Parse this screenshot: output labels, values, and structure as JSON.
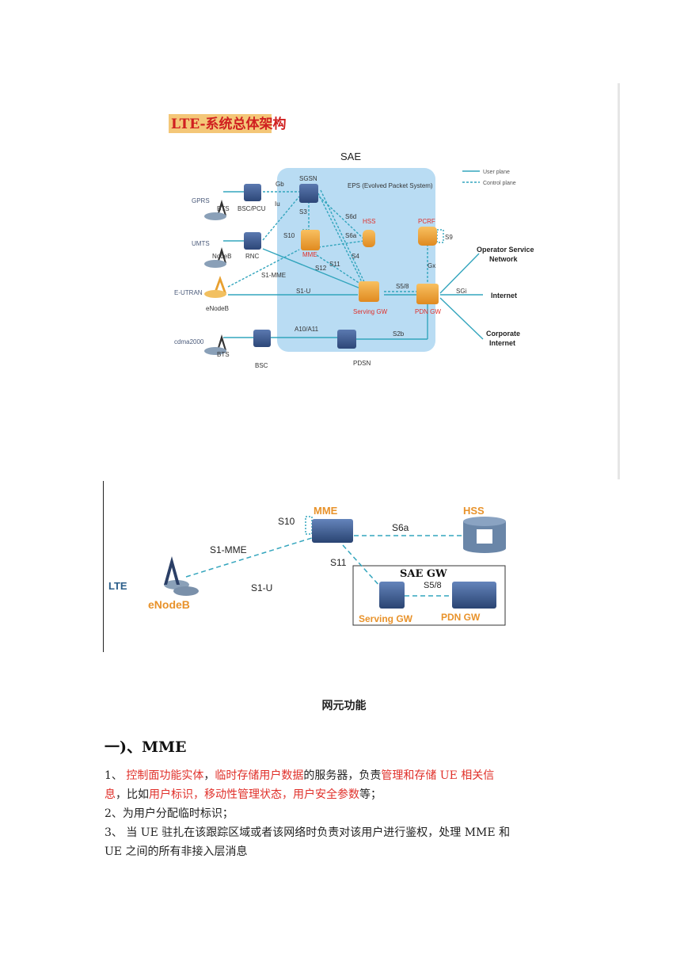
{
  "arch": {
    "title": "LTE-系统总体架构",
    "sae": "SAE",
    "eps": "EPS (Evolved Packet System)",
    "legend_user": "User plane",
    "legend_control": "Control plane",
    "gprs": "GPRS",
    "umts": "UMTS",
    "eutran": "E-UTRAN",
    "cdma2000": "cdma2000",
    "bts1": "BTS",
    "nodeb": "NodeB",
    "enodeb": "eNodeB",
    "bts2": "BTS",
    "bsc_pcu": "BSC/PCU",
    "rnc": "RNC",
    "bsc": "BSC",
    "sgsn": "SGSN",
    "mme": "MME",
    "hss": "HSS",
    "pcrf": "PCRF",
    "serving_gw": "Serving GW",
    "pdn_gw": "PDN GW",
    "pdsn": "PDSN",
    "gb": "Gb",
    "iu": "Iu",
    "s3": "S3",
    "s6d": "S6d",
    "s6a": "S6a",
    "s4": "S4",
    "s10": "S10",
    "s11": "S11",
    "s12": "S12",
    "s1mme": "S1-MME",
    "s1u": "S1-U",
    "s58": "S5/8",
    "sgi": "SGi",
    "gx": "Gx",
    "s9": "S9",
    "a10a11": "A10/A11",
    "s2b": "S2b",
    "operator_1": "Operator Service",
    "operator_2": "Network",
    "internet": "Internet",
    "corporate_1": "Corporate",
    "corporate_2": "Internet"
  },
  "network": {
    "lte": "LTE",
    "enodeb": "eNodeB",
    "mme": "MME",
    "hss": "HSS",
    "s10": "S10",
    "s6a": "S6a",
    "s1mme": "S1-MME",
    "s11": "S11",
    "s1u": "S1-U",
    "sae_gw": "SAE GW",
    "s58": "S5/8",
    "serving_gw": "Serving GW",
    "pdn_gw": "PDN GW"
  },
  "caption": "网元功能",
  "section_heading": "一)、MME",
  "p1": {
    "num": "1、 ",
    "a": "控制面功能实体",
    "b": "，",
    "c": "临时存储用户数据",
    "d": "的服务器，负责",
    "e": "管理和存储 UE 相关信息",
    "f": "，比如",
    "g": "用户标识，移动性管理状态，用户安全参数",
    "h": "等；"
  },
  "p2": "2、为用户分配临时标识；",
  "p3": "3、 当 UE 驻扎在该跟踪区域或者该网络时负责对该用户进行鉴权，处理 MME 和 UE 之间的所有非接入层消息",
  "colors": {
    "node_orange": "#f0a030",
    "node_blue": "#3c5a96",
    "link_teal": "#33a5bd",
    "highlight": "#f4c778",
    "eps_bg": "#b9dcf3",
    "red": "#e0302a"
  }
}
